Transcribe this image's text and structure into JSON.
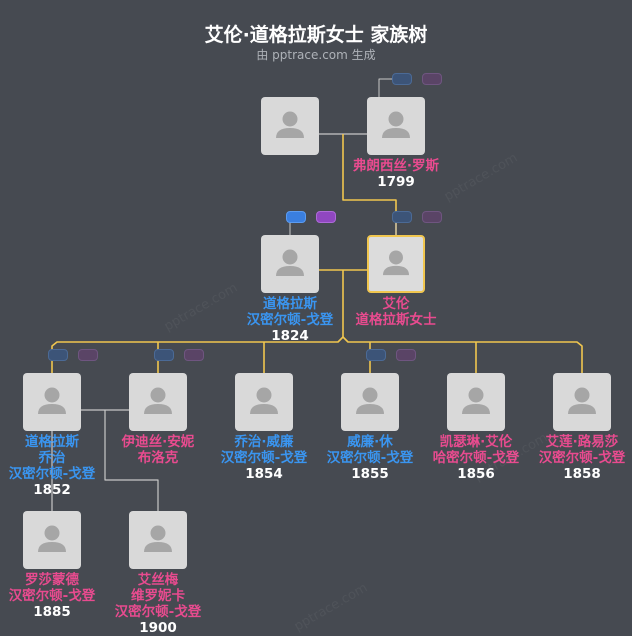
{
  "title": "艾伦·道格拉斯女士 家族树",
  "subtitle": "由 pptrace.com 生成",
  "watermark": "pptrace.com",
  "colors": {
    "background": "#464a51",
    "male_name": "#3a95f0",
    "female_name": "#e84b8f",
    "highlight_line": "#f0c64f",
    "normal_line": "#c8c8c8"
  },
  "people": [
    {
      "key": "gf",
      "name_lines": [],
      "year": "",
      "gender": "male"
    },
    {
      "key": "gm",
      "name_lines": [
        "弗朗西丝·罗斯"
      ],
      "year": "1799",
      "gender": "female"
    },
    {
      "key": "husband",
      "name_lines": [
        "道格拉斯",
        "汉密尔顿-戈登"
      ],
      "year": "1824",
      "gender": "male"
    },
    {
      "key": "ellen",
      "name_lines": [
        "艾伦",
        "道格拉斯女士"
      ],
      "year": "",
      "gender": "female",
      "selected": true
    },
    {
      "key": "c1",
      "name_lines": [
        "道格拉斯",
        "乔治",
        "汉密尔顿-戈登"
      ],
      "year": "1852",
      "gender": "male"
    },
    {
      "key": "c1w",
      "name_lines": [
        "伊迪丝·安妮",
        "布洛克"
      ],
      "year": "",
      "gender": "female"
    },
    {
      "key": "c2",
      "name_lines": [
        "乔治·威廉",
        "汉密尔顿-戈登"
      ],
      "year": "1854",
      "gender": "male"
    },
    {
      "key": "c3",
      "name_lines": [
        "威廉·休",
        "汉密尔顿-戈登"
      ],
      "year": "1855",
      "gender": "male"
    },
    {
      "key": "c4",
      "name_lines": [
        "凯瑟琳·艾伦",
        "哈密尔顿-戈登"
      ],
      "year": "1856",
      "gender": "female"
    },
    {
      "key": "c5",
      "name_lines": [
        "艾莲·路易莎",
        "汉密尔顿-戈登"
      ],
      "year": "1858",
      "gender": "female"
    },
    {
      "key": "g1",
      "name_lines": [
        "罗莎蒙德",
        "汉密尔顿-戈登"
      ],
      "year": "1885",
      "gender": "female"
    },
    {
      "key": "g2",
      "name_lines": [
        "艾丝梅",
        "维罗妮卡",
        "汉密尔顿-戈登"
      ],
      "year": "1900",
      "gender": "female"
    }
  ]
}
